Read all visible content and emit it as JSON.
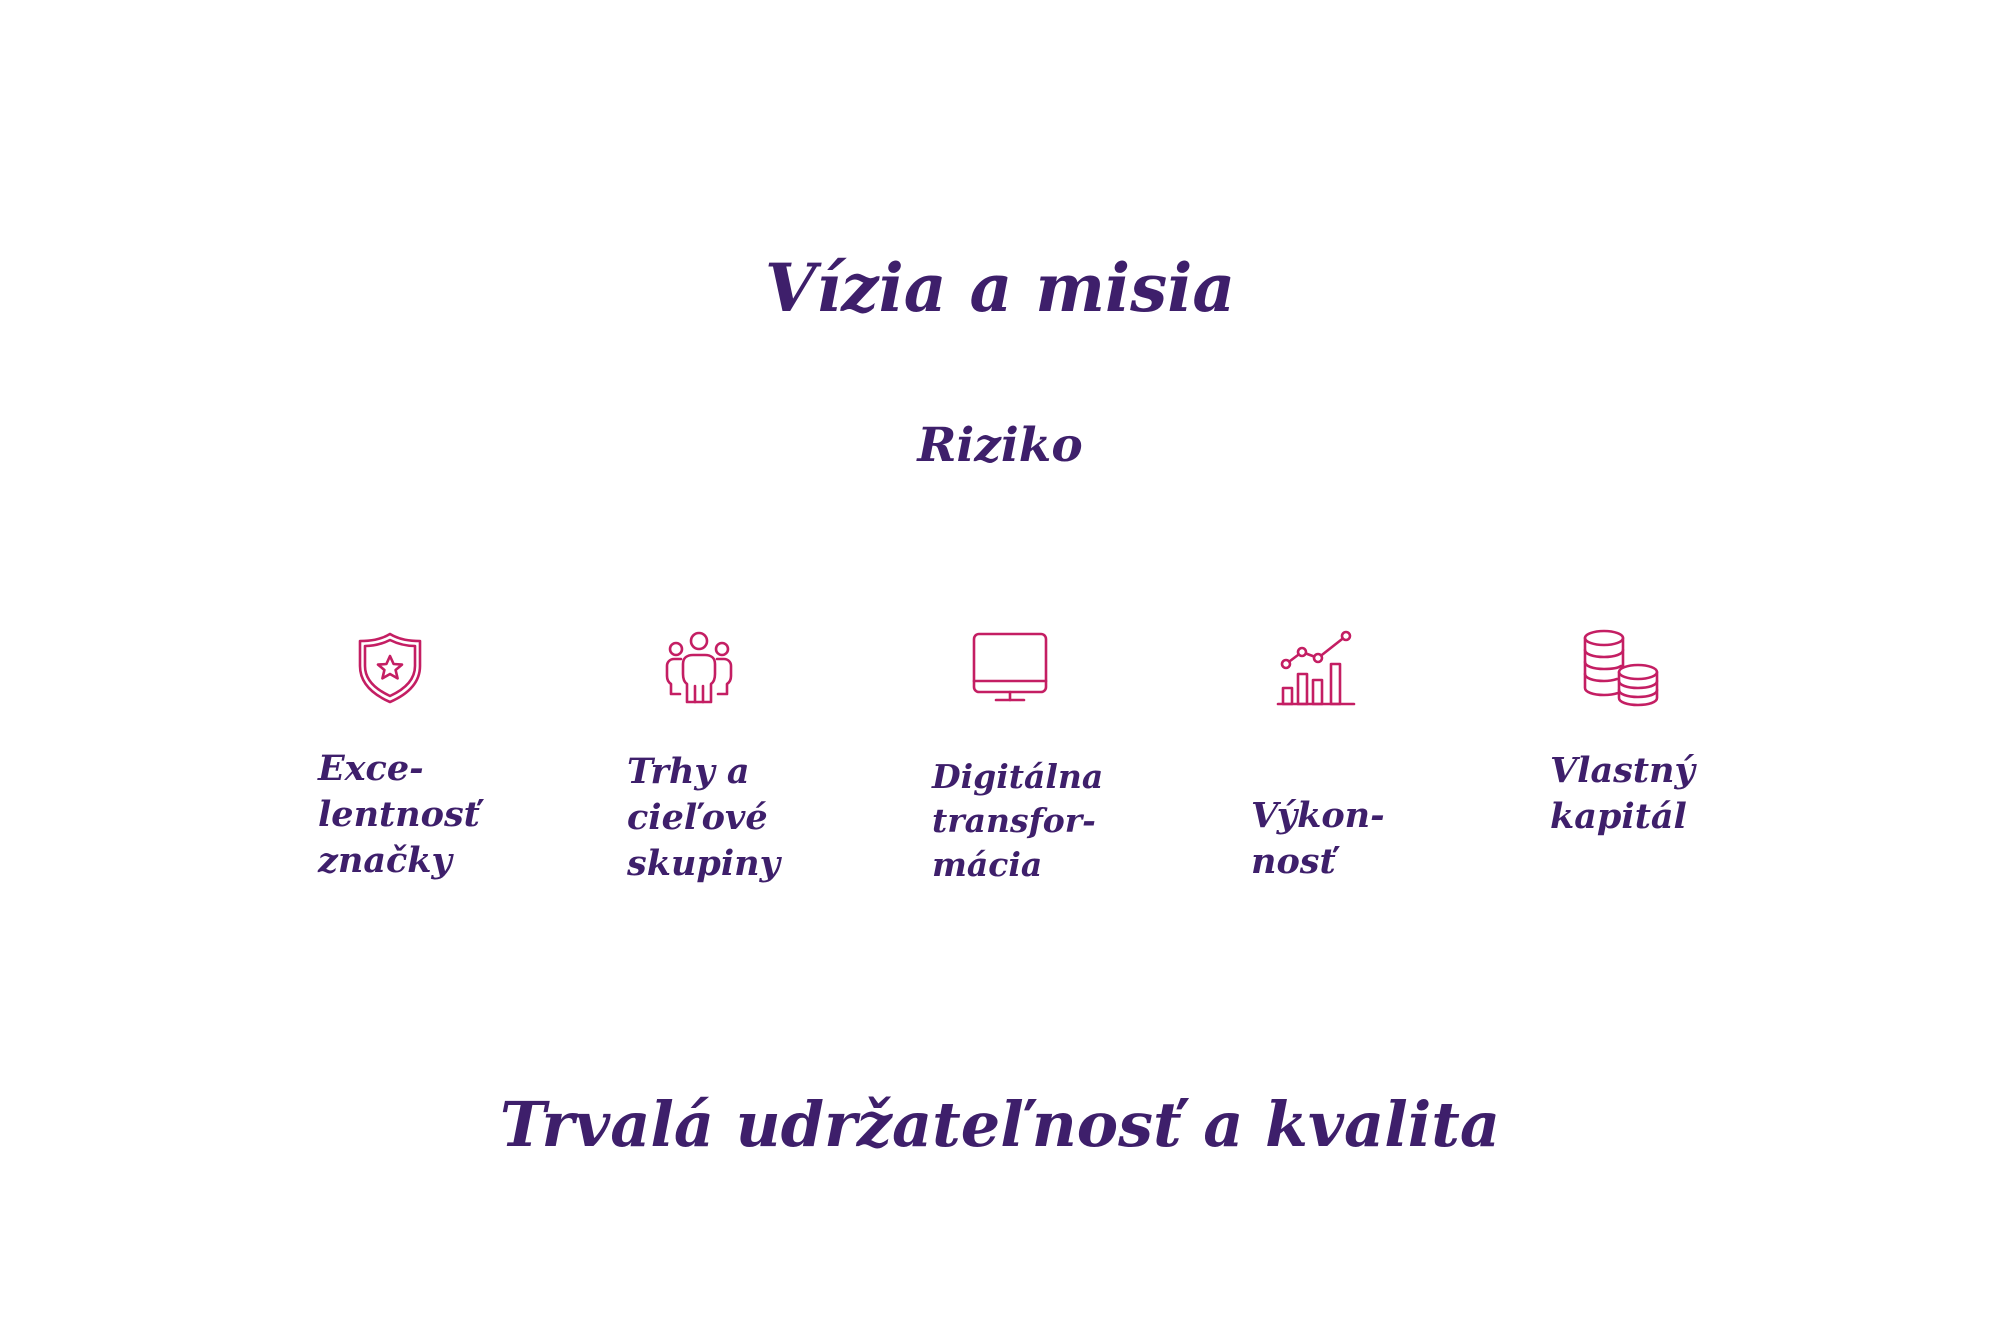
{
  "sections": {
    "vision_title": "Vízia a misia",
    "risk_title": "Riziko",
    "sustainability_title": "Trvalá udržateľnosť a kvalita"
  },
  "colors": {
    "heading": "#3e1f6b",
    "icon": "#c41e63",
    "background": "#ffffff"
  },
  "items": [
    {
      "icon": "shield-star-icon",
      "label": "Exce-\nlentnosť\nznačky"
    },
    {
      "icon": "people-group-icon",
      "label": "Trhy a\ncieľové\nskupiny"
    },
    {
      "icon": "monitor-icon",
      "label": "Digitálna\ntransfor-\nmácia"
    },
    {
      "icon": "growth-chart-icon",
      "label": "Výkon-\nnosť"
    },
    {
      "icon": "coins-stack-icon",
      "label": "Vlastný\nkapitál"
    }
  ]
}
